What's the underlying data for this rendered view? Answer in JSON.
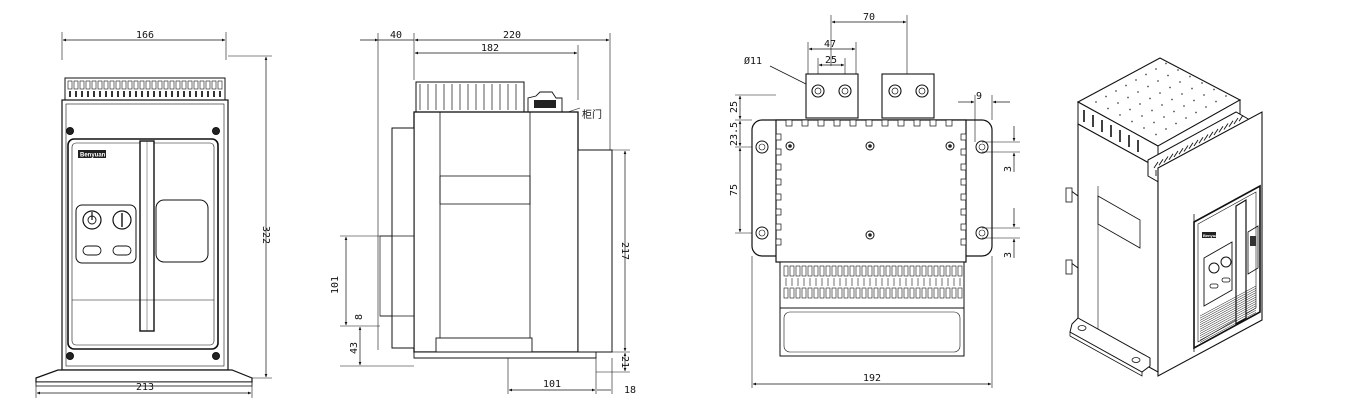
{
  "front_view": {
    "width_top": "166",
    "width_base": "213",
    "height": "322",
    "logo": "Benyuan"
  },
  "side_view": {
    "depth_front": "40",
    "depth_total": "220",
    "depth_body": "182",
    "door_label": "柜门",
    "height_lower": "101",
    "offset_small": "8",
    "base_height": "43",
    "height_right": "217",
    "right_small": "21",
    "depth_bottom": "101",
    "right_edge": "18"
  },
  "top_view": {
    "bus_spacing": "70",
    "inner_spacing": "47",
    "hole_spacing": "25",
    "hole_diameter": "Ø11",
    "terminal_offset": "25",
    "flange_offset": "23.5",
    "mount_height": "75",
    "edge_offset": "9",
    "slot_upper": "3",
    "slot_lower": "3",
    "width_total": "192"
  },
  "iso_view": {
    "logo": "Benyuan"
  }
}
